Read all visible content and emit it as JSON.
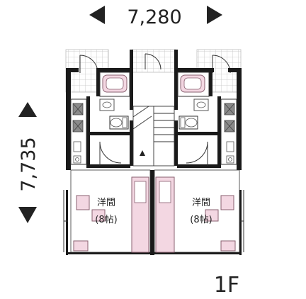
{
  "dimensions": {
    "width": "7,280",
    "height": "7,735"
  },
  "rooms": {
    "left": {
      "name": "洋間",
      "size": "(8帖)"
    },
    "right": {
      "name": "洋間",
      "size": "(8帖)"
    }
  },
  "floor_label": "1F",
  "colors": {
    "wall": "#1a1a1a",
    "line": "#333333",
    "fixture_fill": "#f3d7e2",
    "fixture_stroke": "#8a6070",
    "tile_grid": "#bfbfbf",
    "appliance": "#666666"
  },
  "icons": [
    "arrow-left-icon",
    "arrow-right-icon",
    "arrow-up-icon",
    "arrow-down-icon"
  ]
}
